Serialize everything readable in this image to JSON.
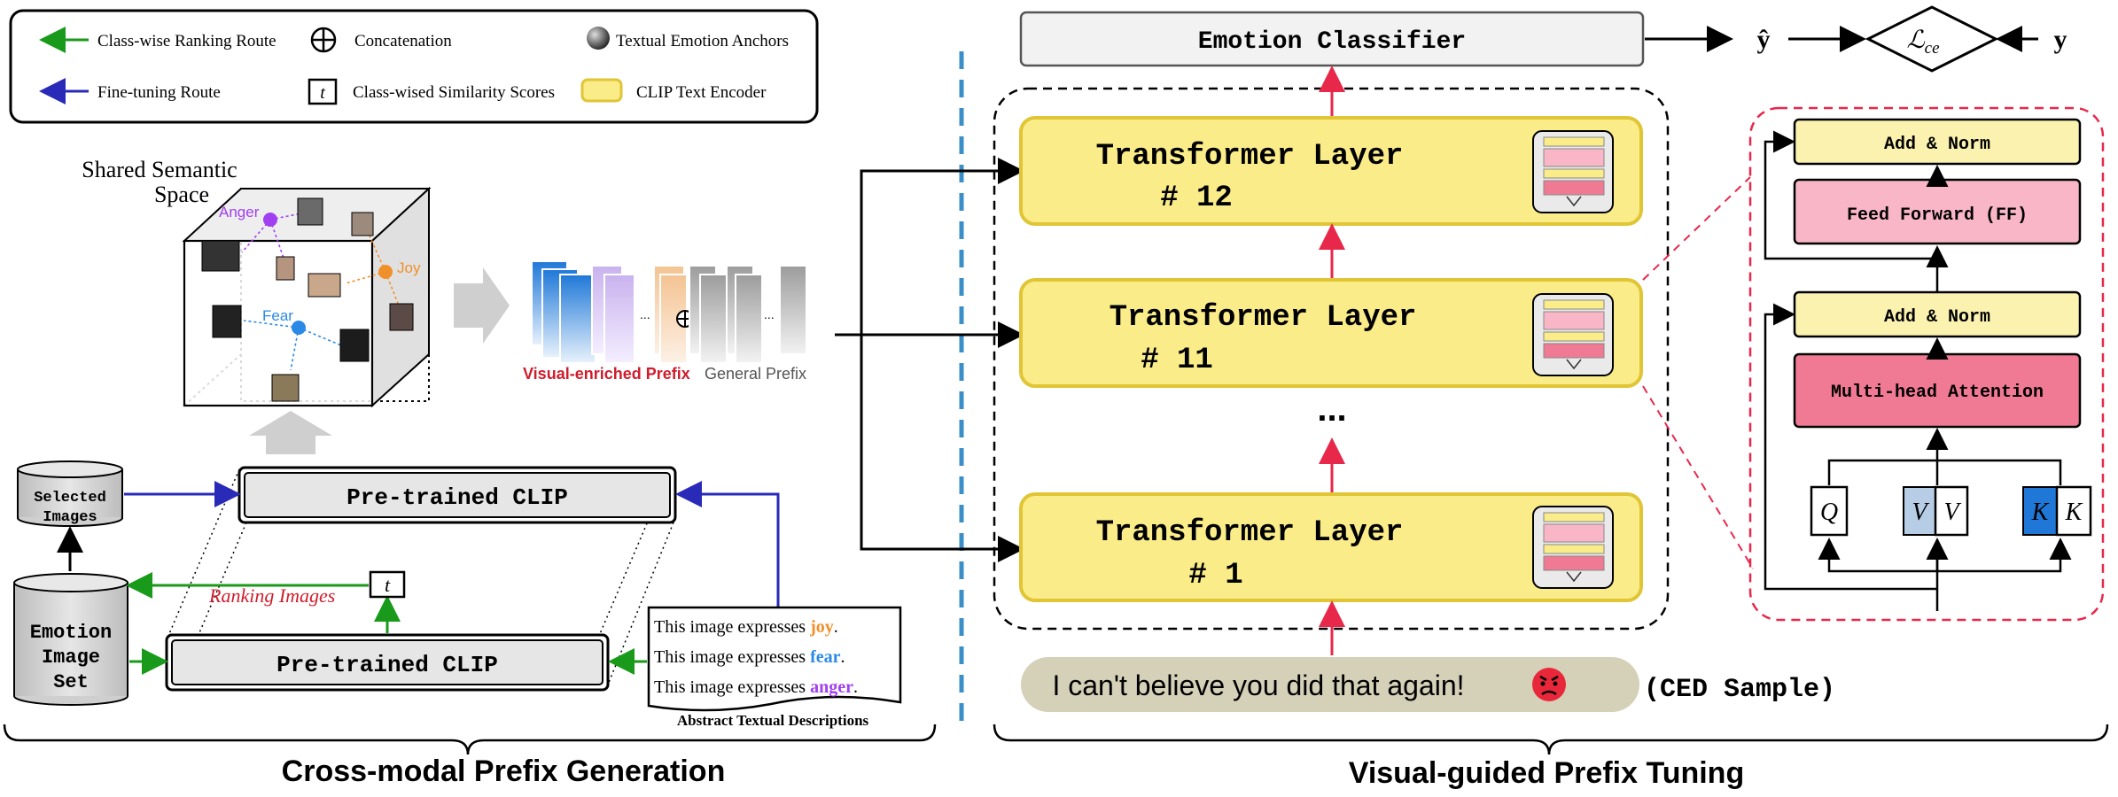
{
  "legend": {
    "class_ranking_route": "Class-wise Ranking Route",
    "concatenation": "Concatenation",
    "textual_anchors": "Textual Emotion Anchors",
    "finetuning_route": "Fine-tuning Route",
    "similarity_symbol": "t",
    "similarity_scores": "Class-wised Similarity Scores",
    "text_encoder": "CLIP Text Encoder"
  },
  "semantic_space": {
    "title_line1": "Shared Semantic",
    "title_line2": "Space",
    "anger": "Anger",
    "joy": "Joy",
    "fear": "Fear"
  },
  "prefix": {
    "ellipsis": "...",
    "visual_label": "Visual-enriched Prefix",
    "general_label": "General Prefix"
  },
  "left_pipeline": {
    "selected_line1": "Selected",
    "selected_line2": "Images",
    "emotion_line1": "Emotion",
    "emotion_line2": "Image",
    "emotion_line3": "Set",
    "clip_top": "Pre-trained CLIP",
    "clip_bottom": "Pre-trained CLIP",
    "ranking_images": "Ranking Images",
    "t_symbol": "t",
    "desc_prefix": "This image expresses ",
    "desc_joy": "joy",
    "desc_fear": "fear",
    "desc_anger": "anger",
    "desc_period": ".",
    "desc_caption": "Abstract Textual Descriptions"
  },
  "sections": {
    "left": "Cross-modal Prefix Generation",
    "right": "Visual-guided Prefix Tuning"
  },
  "right_pipeline": {
    "classifier": "Emotion Classifier",
    "y_hat": "ŷ",
    "loss": "ℒ",
    "loss_sub": "ce",
    "y": "y",
    "layer_label": "Transformer Layer",
    "layer12": "# 12",
    "layer11": "# 11",
    "layer1": "# 1",
    "vdots": "...",
    "sample_text": "I can't believe you did that again!",
    "sample_tag": "(CED Sample)"
  },
  "detail": {
    "add_norm_top": "Add & Norm",
    "feed_forward": "Feed Forward (FF)",
    "add_norm_bottom": "Add & Norm",
    "mha": "Multi-head Attention",
    "q": "Q",
    "v_prefix": "V",
    "v": "V",
    "k_prefix": "K",
    "k": "K"
  },
  "colors": {
    "green": "#1a9a1a",
    "blue": "#2a2ab8",
    "red": "#e8284a",
    "yellow": "#fbec8a",
    "yellow_border": "#e0c534",
    "joy": "#f0902a",
    "fear": "#2a8ae6",
    "anger": "#a040f0",
    "prefix_red": "#d01c2c",
    "divider": "#3a8fc8"
  }
}
